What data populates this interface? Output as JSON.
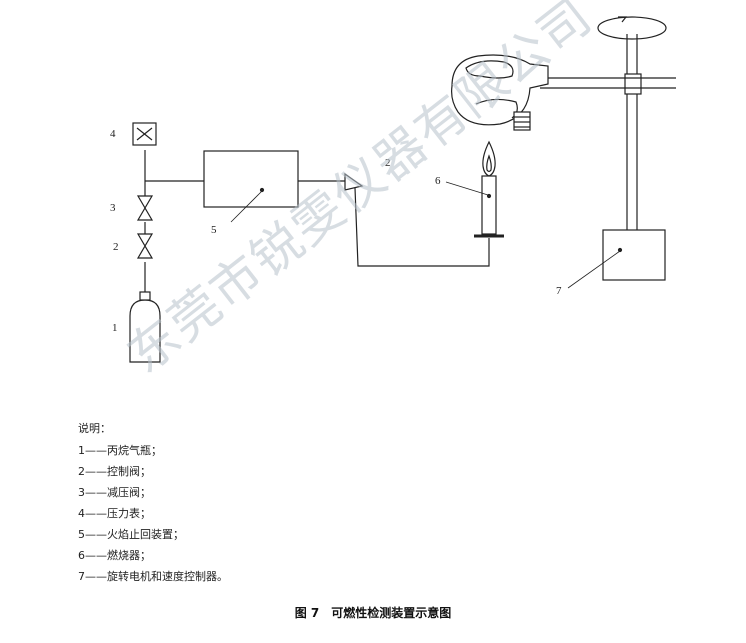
{
  "labels": {
    "l4": "4",
    "l3": "3",
    "l2a": "2",
    "l1": "1",
    "l5": "5",
    "l2b": "2",
    "l6": "6",
    "l7": "7"
  },
  "legend": {
    "title": "说明：",
    "items": [
      "1——丙烷气瓶；",
      "2——控制阀；",
      "3——减压阀；",
      "4——压力表；",
      "5——火焰止回装置；",
      "6——燃烧器；",
      "7——旋转电机和速度控制器。"
    ]
  },
  "caption": "图 7　可燃性检测装置示意图",
  "watermark": "东莞市锐雯仪器有限公司"
}
